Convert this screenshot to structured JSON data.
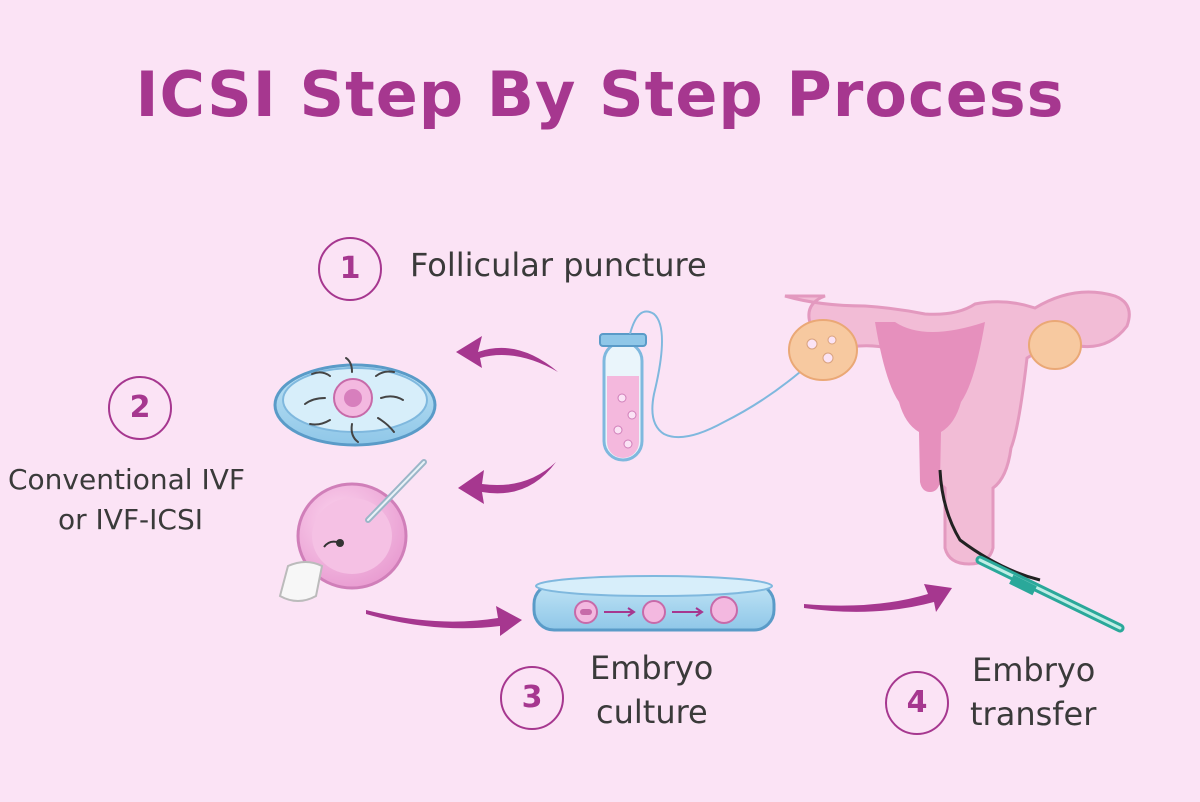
{
  "title": "ICSI Step By Step Process",
  "colors": {
    "background": "#fbe3f5",
    "accent": "#a6378f",
    "text": "#3a3a3a",
    "tissue": "#eea0c8",
    "ovary": "#f7c9a0"
  },
  "steps": [
    {
      "number": "1",
      "label": "Follicular puncture"
    },
    {
      "number": "2",
      "label_line1": "Conventional IVF",
      "label_line2": "or IVF-ICSI"
    },
    {
      "number": "3",
      "label_line1": "Embryo",
      "label_line2": "culture"
    },
    {
      "number": "4",
      "label_line1": "Embryo",
      "label_line2": "transfer"
    }
  ]
}
